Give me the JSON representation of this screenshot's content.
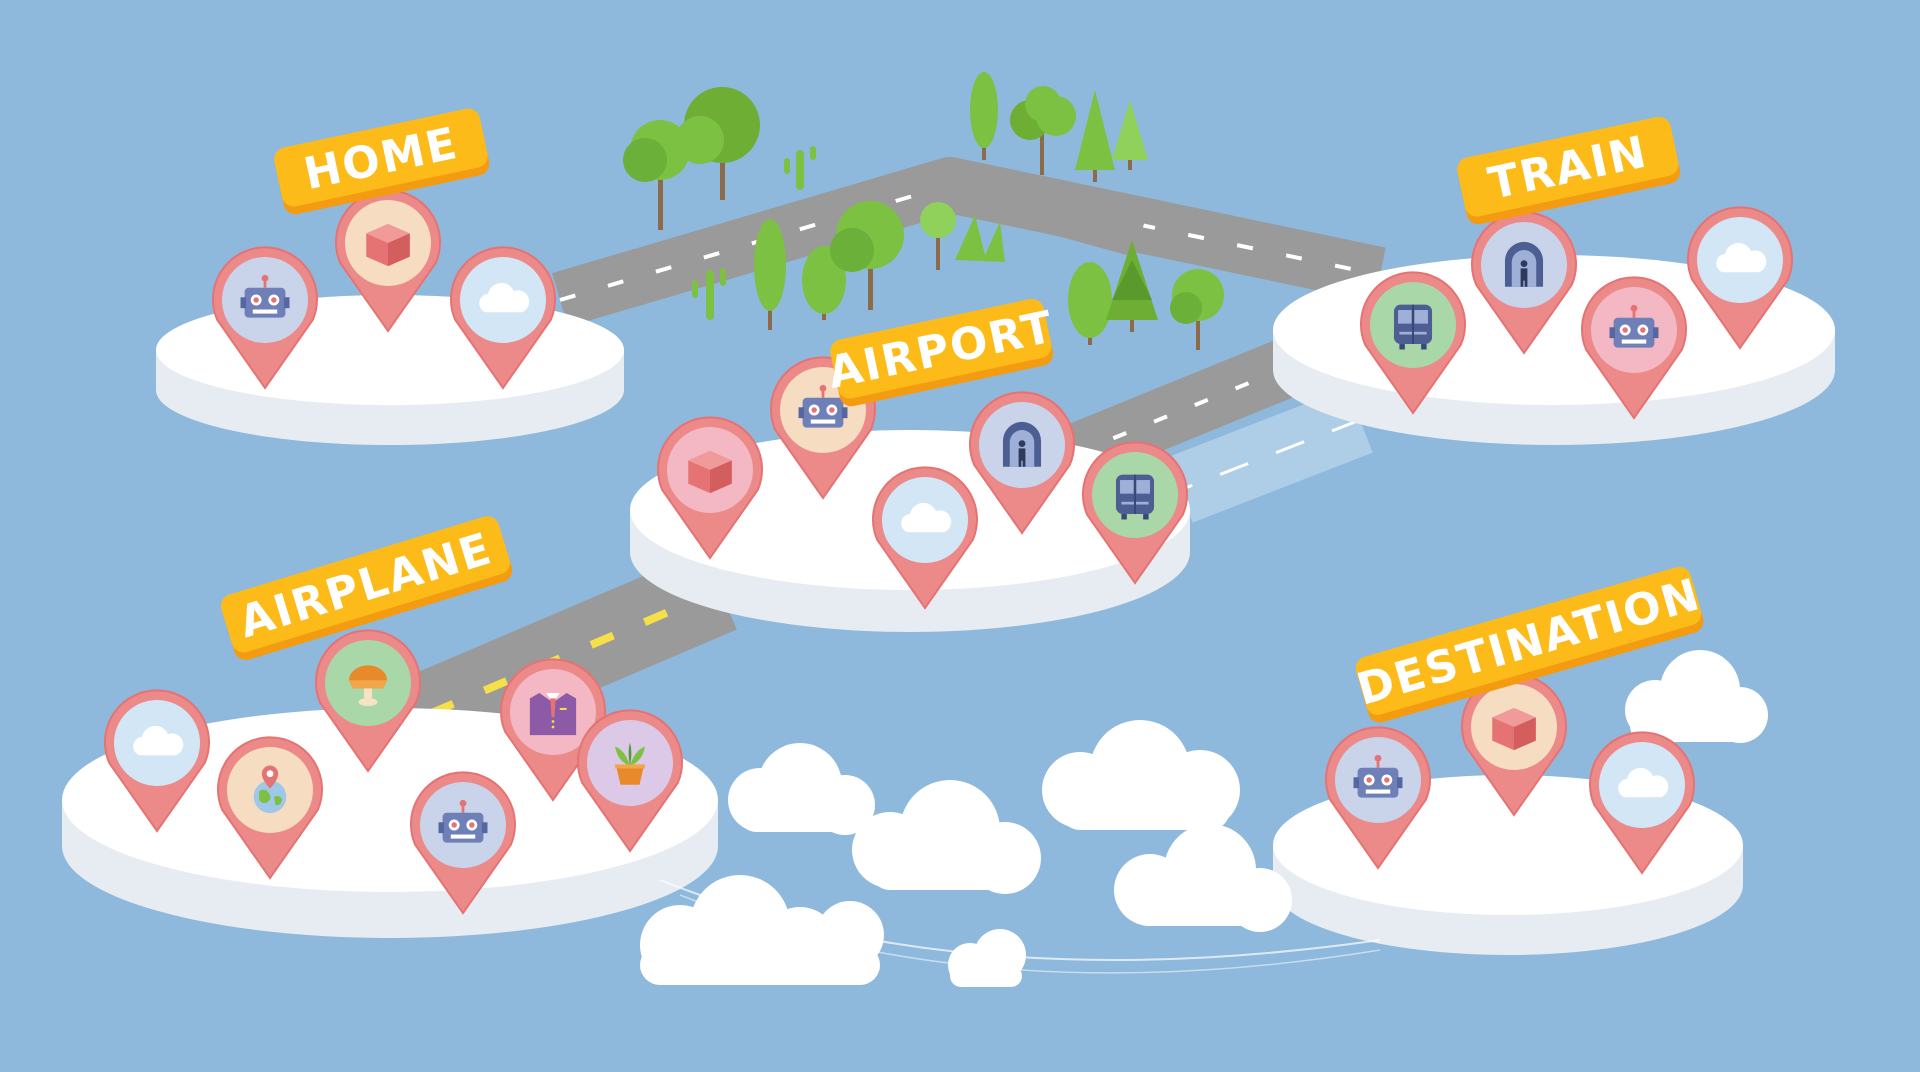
{
  "colors": {
    "sky": "#8eb9dc",
    "platform_top": "#ffffff",
    "platform_side": "#e6ecf2",
    "road": "#9a9a9a",
    "road_dash_white": "#ffffff",
    "road_dash_yellow": "#f5e04a",
    "label_fill": "#fdbb1a",
    "label_shadow": "#f39c12",
    "pin_rim": "#ec8a8a",
    "pin_border": "#e57373",
    "tree_green": "#7cc142",
    "tree_dark": "#4f9a2b",
    "cloud": "#ffffff"
  },
  "stations": [
    {
      "id": "home",
      "label": "HOME",
      "pins": [
        {
          "icon": "robot-icon",
          "bg": "#c9d4ea"
        },
        {
          "icon": "package-icon",
          "bg": "#f6dcc0"
        },
        {
          "icon": "cloud-icon",
          "bg": "#d3e6f5"
        }
      ]
    },
    {
      "id": "airport",
      "label": "AIRPORT",
      "pins": [
        {
          "icon": "package-icon",
          "bg": "#f3b8c3"
        },
        {
          "icon": "robot-icon",
          "bg": "#f6dcc0"
        },
        {
          "icon": "cloud-icon",
          "bg": "#d3e6f5"
        },
        {
          "icon": "security-gate-icon",
          "bg": "#c9d4ea"
        },
        {
          "icon": "train-icon",
          "bg": "#a9d7a8"
        }
      ]
    },
    {
      "id": "train",
      "label": "TRAIN",
      "pins": [
        {
          "icon": "train-icon",
          "bg": "#a9d7a8"
        },
        {
          "icon": "security-gate-icon",
          "bg": "#c9d4ea"
        },
        {
          "icon": "robot-icon",
          "bg": "#f3b8c3"
        },
        {
          "icon": "cloud-icon",
          "bg": "#d3e6f5"
        }
      ]
    },
    {
      "id": "airplane",
      "label": "AIRPLANE",
      "pins": [
        {
          "icon": "cloud-icon",
          "bg": "#d3e6f5"
        },
        {
          "icon": "globe-icon",
          "bg": "#f6dcc0"
        },
        {
          "icon": "seat-icon",
          "bg": "#a9d7a8"
        },
        {
          "icon": "robot-icon",
          "bg": "#c9d4ea"
        },
        {
          "icon": "uniform-icon",
          "bg": "#f3b8c3"
        },
        {
          "icon": "plant-icon",
          "bg": "#dcc9e8"
        }
      ]
    },
    {
      "id": "destination",
      "label": "DESTINATION",
      "pins": [
        {
          "icon": "robot-icon",
          "bg": "#c9d4ea"
        },
        {
          "icon": "package-icon",
          "bg": "#f6dcc0"
        },
        {
          "icon": "cloud-icon",
          "bg": "#d3e6f5"
        }
      ]
    }
  ]
}
